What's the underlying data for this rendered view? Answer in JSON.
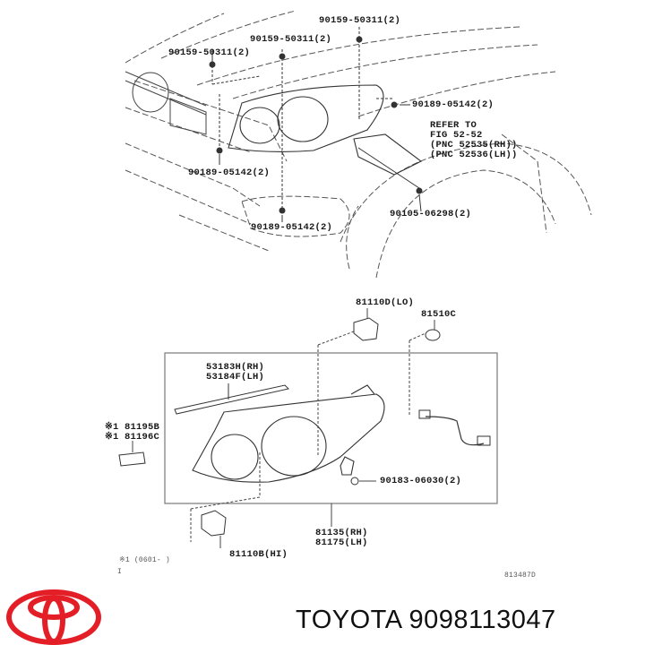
{
  "diagram": {
    "title": "TOYOTA 9098113047",
    "brand": "TOYOTA",
    "part_number": "9098113047",
    "brand_color": "#e41e26",
    "figure_code": "813487D",
    "footnote": "※1 (0601-    )",
    "footnote_mark": "I",
    "upper_labels": [
      {
        "id": "90159-50311-a",
        "text": "90159-50311(2)"
      },
      {
        "id": "90159-50311-b",
        "text": "90159-50311(2)"
      },
      {
        "id": "90159-50311-c",
        "text": "90159-50311(2)"
      },
      {
        "id": "90189-05142-a",
        "text": "90189-05142(2)"
      },
      {
        "id": "90189-05142-b",
        "text": "90189-05142(2)"
      },
      {
        "id": "90189-05142-c",
        "text": "90189-05142(2)"
      },
      {
        "id": "90105-06298",
        "text": "90105-06298(2)"
      }
    ],
    "refer_note": {
      "line1": "REFER TO",
      "line2": "FIG 52-52",
      "line3": "(PNC 52535(RH))",
      "line4": "(PNC 52536(LH))"
    },
    "lower_labels": {
      "bulb_lo": "81110D(LO)",
      "cap": "81510C",
      "trim_rh": "53183H(RH)",
      "trim_lh": "53184F(LH)",
      "socket_a": "※1 81195B",
      "socket_b": "※1 81196C",
      "nut": "90183-06030(2)",
      "lamp_rh": "81135(RH)",
      "lamp_lh": "81175(LH)",
      "bulb_hi": "81110B(HI)"
    }
  }
}
